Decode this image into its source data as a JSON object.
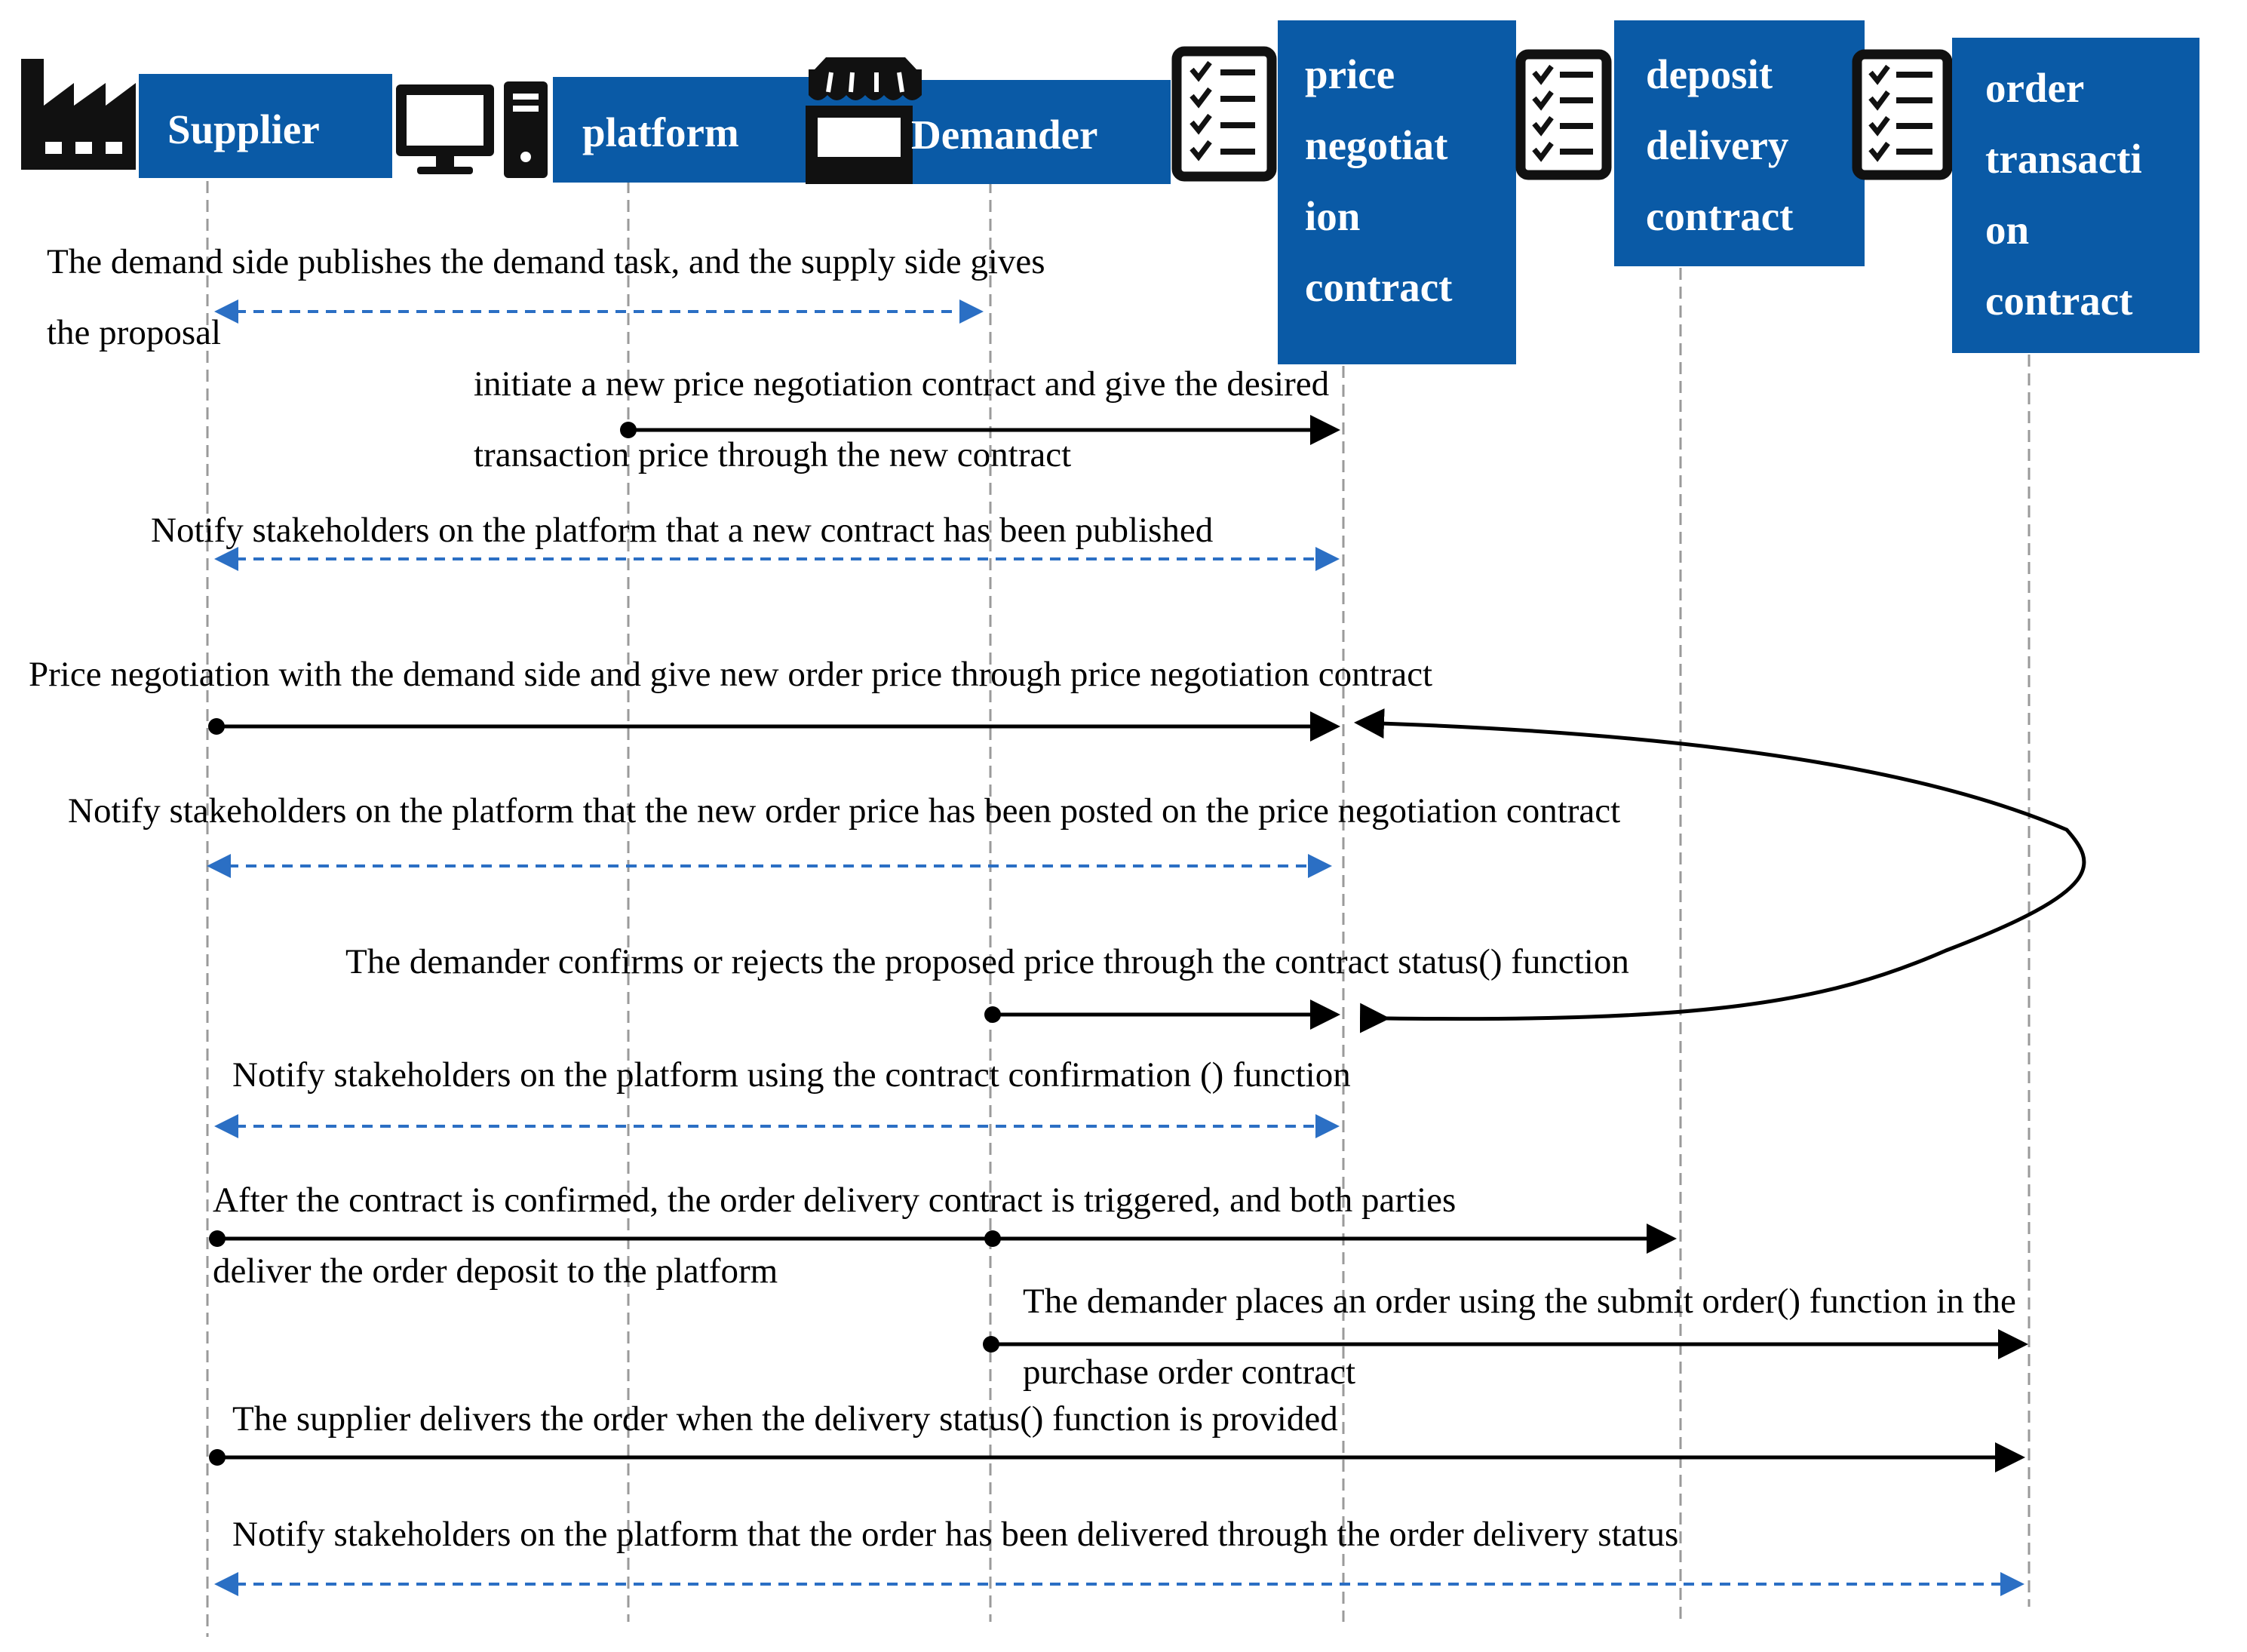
{
  "participants": {
    "supplier": "Supplier",
    "platform": "platform",
    "demander": "Demander",
    "price_contract": [
      "price",
      "negotiat",
      "ion",
      "contract"
    ],
    "deposit_contract": [
      "deposit",
      "delivery",
      "contract"
    ],
    "order_contract": [
      "order",
      "transacti",
      "on",
      "contract"
    ]
  },
  "icons": {
    "supplier": "factory-icon",
    "platform": "computer-icon",
    "demander": "store-icon",
    "contracts": "checklist-icon"
  },
  "messages": [
    {
      "lines": [
        "The demand side publishes the demand task, and the supply side gives",
        "the proposal"
      ],
      "from": "Supplier",
      "to": "Demander",
      "style": "dashed-bidirectional"
    },
    {
      "lines": [
        "initiate a new price negotiation contract and give the desired",
        "transaction price through the new contract"
      ],
      "from": "platform",
      "to": "price negotiation contract",
      "style": "solid"
    },
    {
      "lines": [
        "Notify stakeholders on the platform that a new contract has been published"
      ],
      "from": "Supplier",
      "to": "price negotiation contract",
      "style": "dashed-bidirectional"
    },
    {
      "lines": [
        "Price negotiation with the demand side and give new order price through price negotiation contract"
      ],
      "from": "Supplier",
      "to": "price negotiation contract",
      "style": "solid"
    },
    {
      "lines": [
        "Notify stakeholders on the platform that the new order price has been posted on the price negotiation contract"
      ],
      "from": "Supplier",
      "to": "price negotiation contract",
      "style": "dashed-bidirectional"
    },
    {
      "lines": [
        "The demander confirms or rejects the proposed price through the contract status() function"
      ],
      "from": "Demander",
      "to": "price negotiation contract",
      "style": "solid"
    },
    {
      "lines": [
        "Notify stakeholders on the platform using the contract confirmation () function"
      ],
      "from": "Supplier",
      "to": "price negotiation contract",
      "style": "dashed-bidirectional"
    },
    {
      "lines": [
        "After the contract is confirmed, the order delivery contract is triggered, and both parties",
        "deliver the order deposit to the platform"
      ],
      "from": "Supplier, Demander",
      "to": "deposit delivery contract",
      "style": "solid"
    },
    {
      "lines": [
        "The demander places an order using the submit order() function in the",
        "purchase order contract"
      ],
      "from": "Demander",
      "to": "order transaction contract",
      "style": "solid"
    },
    {
      "lines": [
        "The supplier delivers the order when the delivery status() function is provided"
      ],
      "from": "Supplier",
      "to": "order transaction contract",
      "style": "solid"
    },
    {
      "lines": [
        "Notify stakeholders on the platform that the order has been delivered through the order delivery status"
      ],
      "from": "Supplier",
      "to": "order transaction contract",
      "style": "dashed-bidirectional"
    }
  ]
}
